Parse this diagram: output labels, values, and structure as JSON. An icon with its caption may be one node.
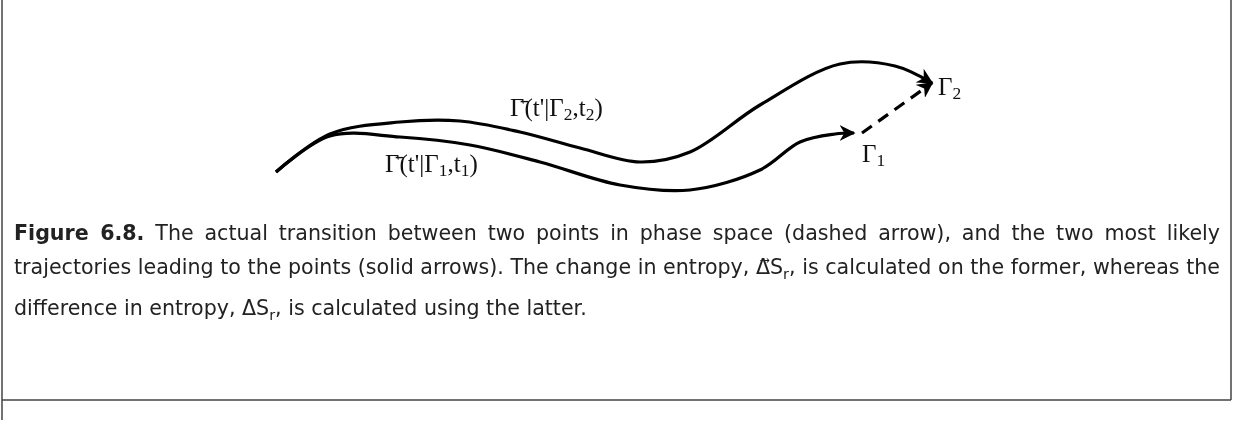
{
  "diagram": {
    "caption": "**Figure 6.8.** The actual transition between two points in phase space (dashed arrow), and the two most likely trajectories leading to the points (solid arrows). The change in entropy, Δ⃗S$_{r}$, is calculated on the former, whereas the difference in entropy, ΔS$_{r}$, is calculated using the latter.",
    "nodes": [
      {
        "text": [
          "Γ$_{2}$"
        ]
      },
      {
        "text": [
          "Γ$_{1}$"
        ]
      }
    ],
    "edges": [
      {
        "from": null,
        "to": 0,
        "arrow": "to",
        "label": "Γ̄(t'|Γ$_{2}$,t$_{2}$)"
      },
      {
        "from": null,
        "to": 1,
        "arrow": "to",
        "label": "Γ̄(t'|Γ$_{1}$,t$_{1}$)"
      },
      {
        "from": 1,
        "to": 0,
        "arrow": "to",
        "style": "dashed"
      }
    ]
  }
}
